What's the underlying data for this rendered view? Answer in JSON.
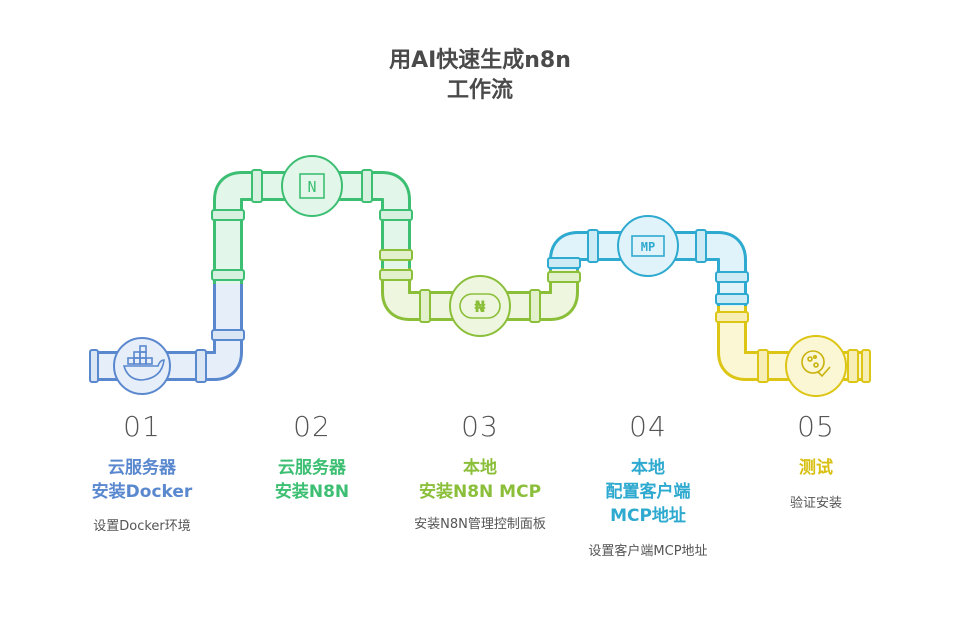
{
  "title": {
    "line1": "用AI快速生成n8n",
    "line2": "工作流"
  },
  "colors": {
    "blue": "#5a88cf",
    "green": "#3dbf73",
    "olive": "#8bbf3a",
    "cyan": "#2ea9cf",
    "yellow": "#dcc515"
  },
  "steps": [
    {
      "number": "01",
      "heading": [
        "云服务器",
        "安装Docker"
      ],
      "desc": "设置Docker环境",
      "icon": "docker-whale-icon",
      "color": "#5a88cf"
    },
    {
      "number": "02",
      "heading": [
        "云服务器",
        "安装N8N"
      ],
      "desc": "",
      "icon": "n8n-logo-icon",
      "color": "#3dbf73"
    },
    {
      "number": "03",
      "heading": [
        "本地",
        "安装N8N MCP"
      ],
      "desc": "安装N8N管理控制面板",
      "icon": "naira-coin-icon",
      "color": "#8bbf3a"
    },
    {
      "number": "04",
      "heading": [
        "本地",
        "配置客户端",
        "MCP地址"
      ],
      "desc": "设置客户端MCP地址",
      "icon": "mp-badge-icon",
      "color": "#2ea9cf"
    },
    {
      "number": "05",
      "heading": [
        "测试"
      ],
      "desc": "验证安装",
      "icon": "test-check-icon",
      "color": "#dcc515"
    }
  ],
  "icon_labels": {
    "n8n": "N",
    "mcp": "MP",
    "naira": "₦"
  }
}
